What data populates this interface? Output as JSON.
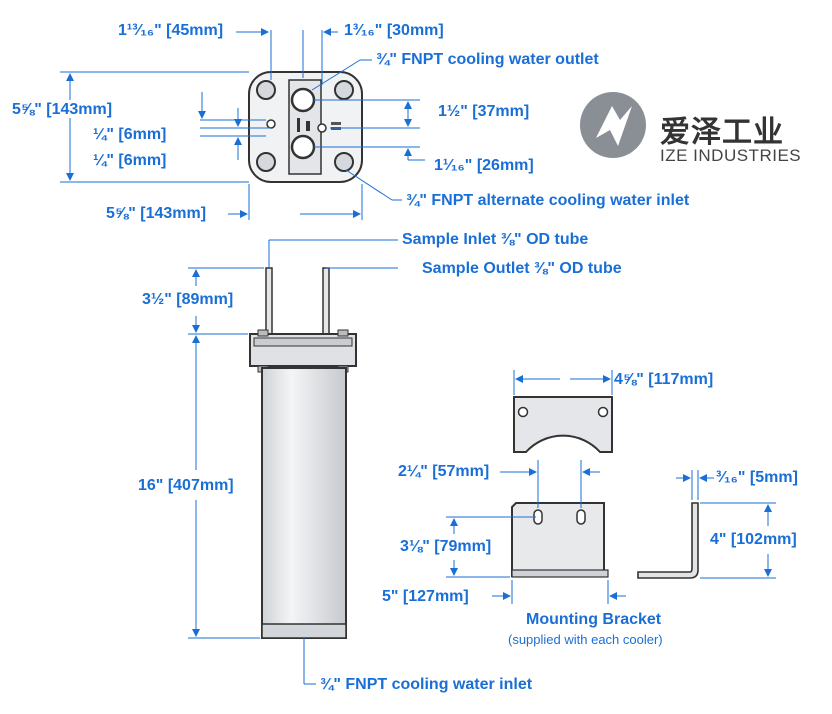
{
  "labels": {
    "top_left_width": "1¹³⁄₁₆\" [45mm]",
    "top_right_width": "1³⁄₁₆\" [30mm]",
    "outlet": "¾\" FNPT cooling water outlet",
    "height_left": "5⅝\" [143mm]",
    "gap1": "¼\" [6mm]",
    "gap2": "¼\" [6mm]",
    "right_upper": "1½\" [37mm]",
    "right_lower": "1¹⁄₁₆\" [26mm]",
    "width_bottom": "5⅝\" [143mm]",
    "alt_inlet": "¾\" FNPT alternate cooling water inlet",
    "sample_inlet": "Sample Inlet ⅜\" OD tube",
    "sample_outlet": "Sample Outlet ⅜\" OD tube",
    "tube_height": "3½\" [89mm]",
    "body_height": "16\" [407mm]",
    "cooling_inlet": "¾\" FNPT cooling water inlet",
    "bracket_width": "4⅝\" [117mm]",
    "slot_spacing": "2¼\" [57mm]",
    "thickness": "³⁄₁₆\" [5mm]",
    "bracket_height": "3⅛\" [79mm]",
    "side_height": "4\" [102mm]",
    "base_width": "5\" [127mm]",
    "bracket_title": "Mounting Bracket",
    "bracket_note": "(supplied with each cooler)"
  },
  "logo": {
    "name_cn": "爱泽工业",
    "name_en": "IZE INDUSTRIES",
    "accent": "#1a6fd6",
    "mark_color": "#8a8f96"
  },
  "colors": {
    "dimension": "#1a6fd6",
    "outline": "#333333",
    "fill": "#e9eaec",
    "fill_dark": "#c9ccd1"
  }
}
